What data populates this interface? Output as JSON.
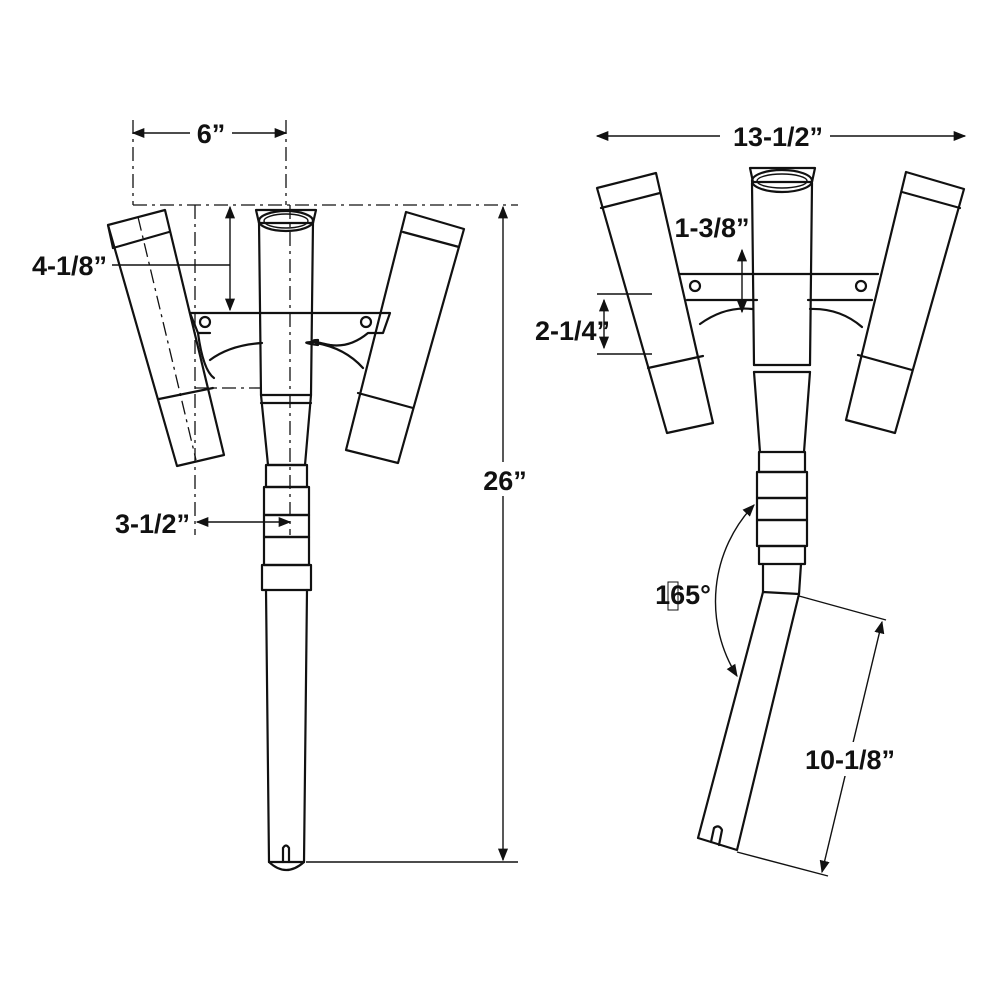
{
  "labels": {
    "front_width": "6”",
    "front_holder_depth": "4-1/8”",
    "front_offset": "3-1/2”",
    "front_height": "26”",
    "side_width": "13-1/2”",
    "side_bracket_drop": "1-3/8”",
    "side_band": "2-1/4”",
    "side_angle": "165°",
    "side_lower_length": "10-1/8”"
  }
}
